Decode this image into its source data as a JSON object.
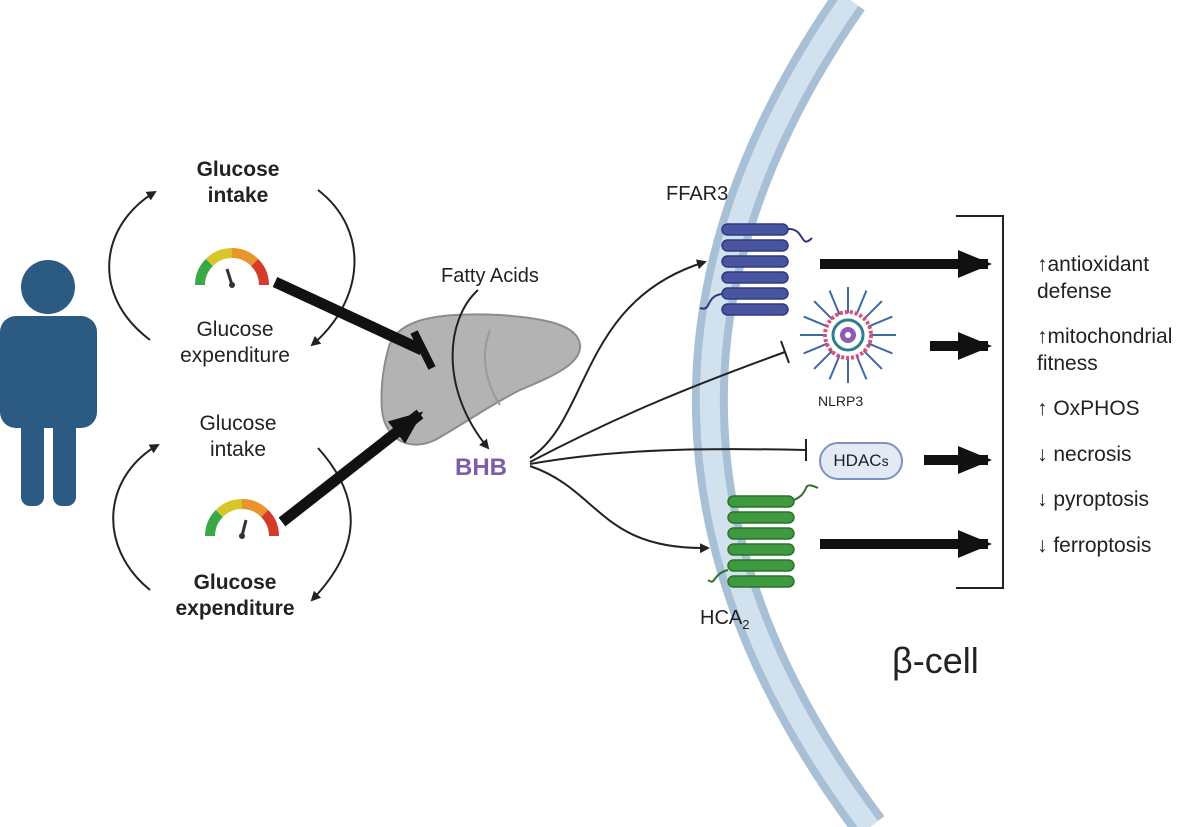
{
  "top_cycle": {
    "intake": "Glucose intake",
    "intake_l1": "Glucose",
    "intake_l2": "intake",
    "expenditure_l1": "Glucose",
    "expenditure_l2": "expenditure"
  },
  "bottom_cycle": {
    "intake_l1": "Glucose",
    "intake_l2": "intake",
    "expenditure_l1": "Glucose",
    "expenditure_l2": "expenditure"
  },
  "liver": {
    "fatty_acids": "Fatty Acids",
    "product": "BHB"
  },
  "receptors": {
    "ffar3": "FFAR3",
    "nlrp3": "NLRP3",
    "hdac_main": "HDAC",
    "hdac_sub": "s",
    "hca_main": "HCA",
    "hca_sub": "2"
  },
  "outcomes": [
    {
      "l1": "↑antioxidant",
      "l2": "defense"
    },
    {
      "l1": "↑mitochondrial",
      "l2": "fitness"
    },
    {
      "l1": "↑ OxPHOS"
    },
    {
      "l1": "↓ necrosis"
    },
    {
      "l1": "↓ pyroptosis"
    },
    {
      "l1": "↓ ferroptosis"
    }
  ],
  "cell_label": "β-cell",
  "colors": {
    "person": "#2b5a82",
    "membrane_outer": "#a8c0d6",
    "membrane_inner": "#d2e1ee",
    "ffar3": "#4a55a2",
    "hca2": "#3e9a3e",
    "bhb": "#7b5ea7",
    "liver": "#b3b3b3"
  }
}
